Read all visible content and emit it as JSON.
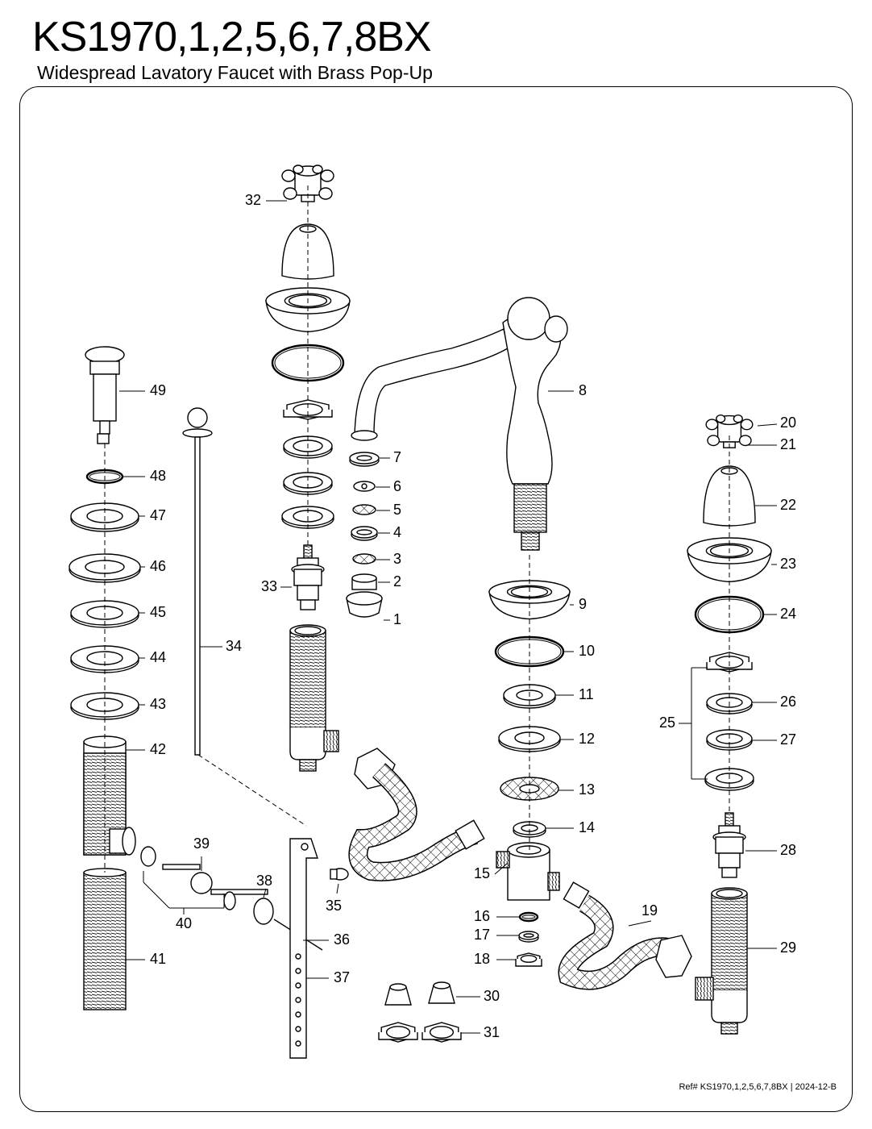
{
  "header": {
    "model": "KS1970,1,2,5,6,7,8BX",
    "description": "Widespread Lavatory Faucet with Brass Pop-Up"
  },
  "footer": {
    "ref_label": "Ref#",
    "ref_model": "KS1970,1,2,5,6,7,8BX",
    "separator": "|",
    "revision": "2024-12-B"
  },
  "callouts": [
    "1",
    "2",
    "3",
    "4",
    "5",
    "6",
    "7",
    "8",
    "9",
    "10",
    "11",
    "12",
    "13",
    "14",
    "15",
    "16",
    "17",
    "18",
    "19",
    "20",
    "21",
    "22",
    "23",
    "24",
    "25",
    "26",
    "27",
    "28",
    "29",
    "30",
    "31",
    "32",
    "33",
    "34",
    "35",
    "36",
    "37",
    "38",
    "39",
    "40",
    "41",
    "42",
    "43",
    "44",
    "45",
    "46",
    "47",
    "48",
    "49"
  ]
}
